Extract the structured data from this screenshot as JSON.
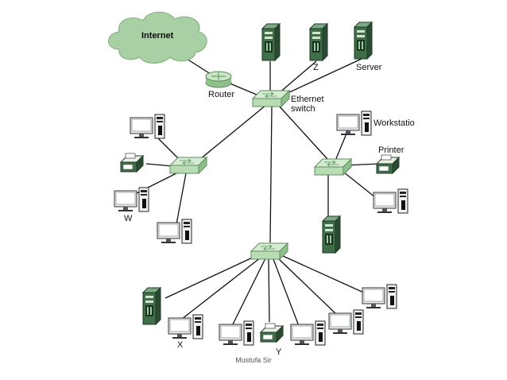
{
  "labels": {
    "internet": "Internet",
    "router": "Router",
    "ethernet_switch": "Ethernet\nswitch",
    "z": "Z",
    "server": "Server",
    "workstation": "Workstatio",
    "printer": "Printer",
    "w": "W",
    "x": "X",
    "y_partial": "Y"
  },
  "footer": "Mustufa Sir",
  "colors": {
    "switch_fill": "#b9dcb4",
    "switch_edge": "#5a8f5c",
    "cloud_fill": "#a9cfa4",
    "server_fill": "#2f5f3a",
    "line": "#111111"
  },
  "icons": [
    "cloud-icon",
    "router-icon",
    "switch-icon",
    "server-icon",
    "workstation-icon",
    "printer-icon"
  ]
}
